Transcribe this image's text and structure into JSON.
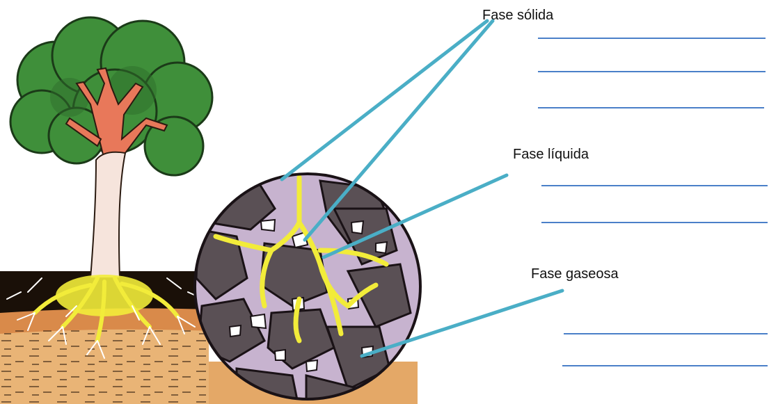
{
  "labels": {
    "solid": "Fase sólida",
    "liquid": "Fase líquida",
    "gas": "Fase gaseosa"
  },
  "colors": {
    "pointer_lines": "#4aaec6",
    "answer_lines": "#4a7fc8",
    "foliage": "#3f8f3a",
    "branches": "#e8785a",
    "trunk": "#f6e4dc",
    "roots": "#f2ec3a",
    "soil_top": "#1a1008",
    "subsoil": "#e4a867",
    "rock": "#5a5055",
    "pore_fill": "#c7b3cf"
  },
  "icons": [
    "tree-illustration",
    "soil-cross-section-circle"
  ]
}
